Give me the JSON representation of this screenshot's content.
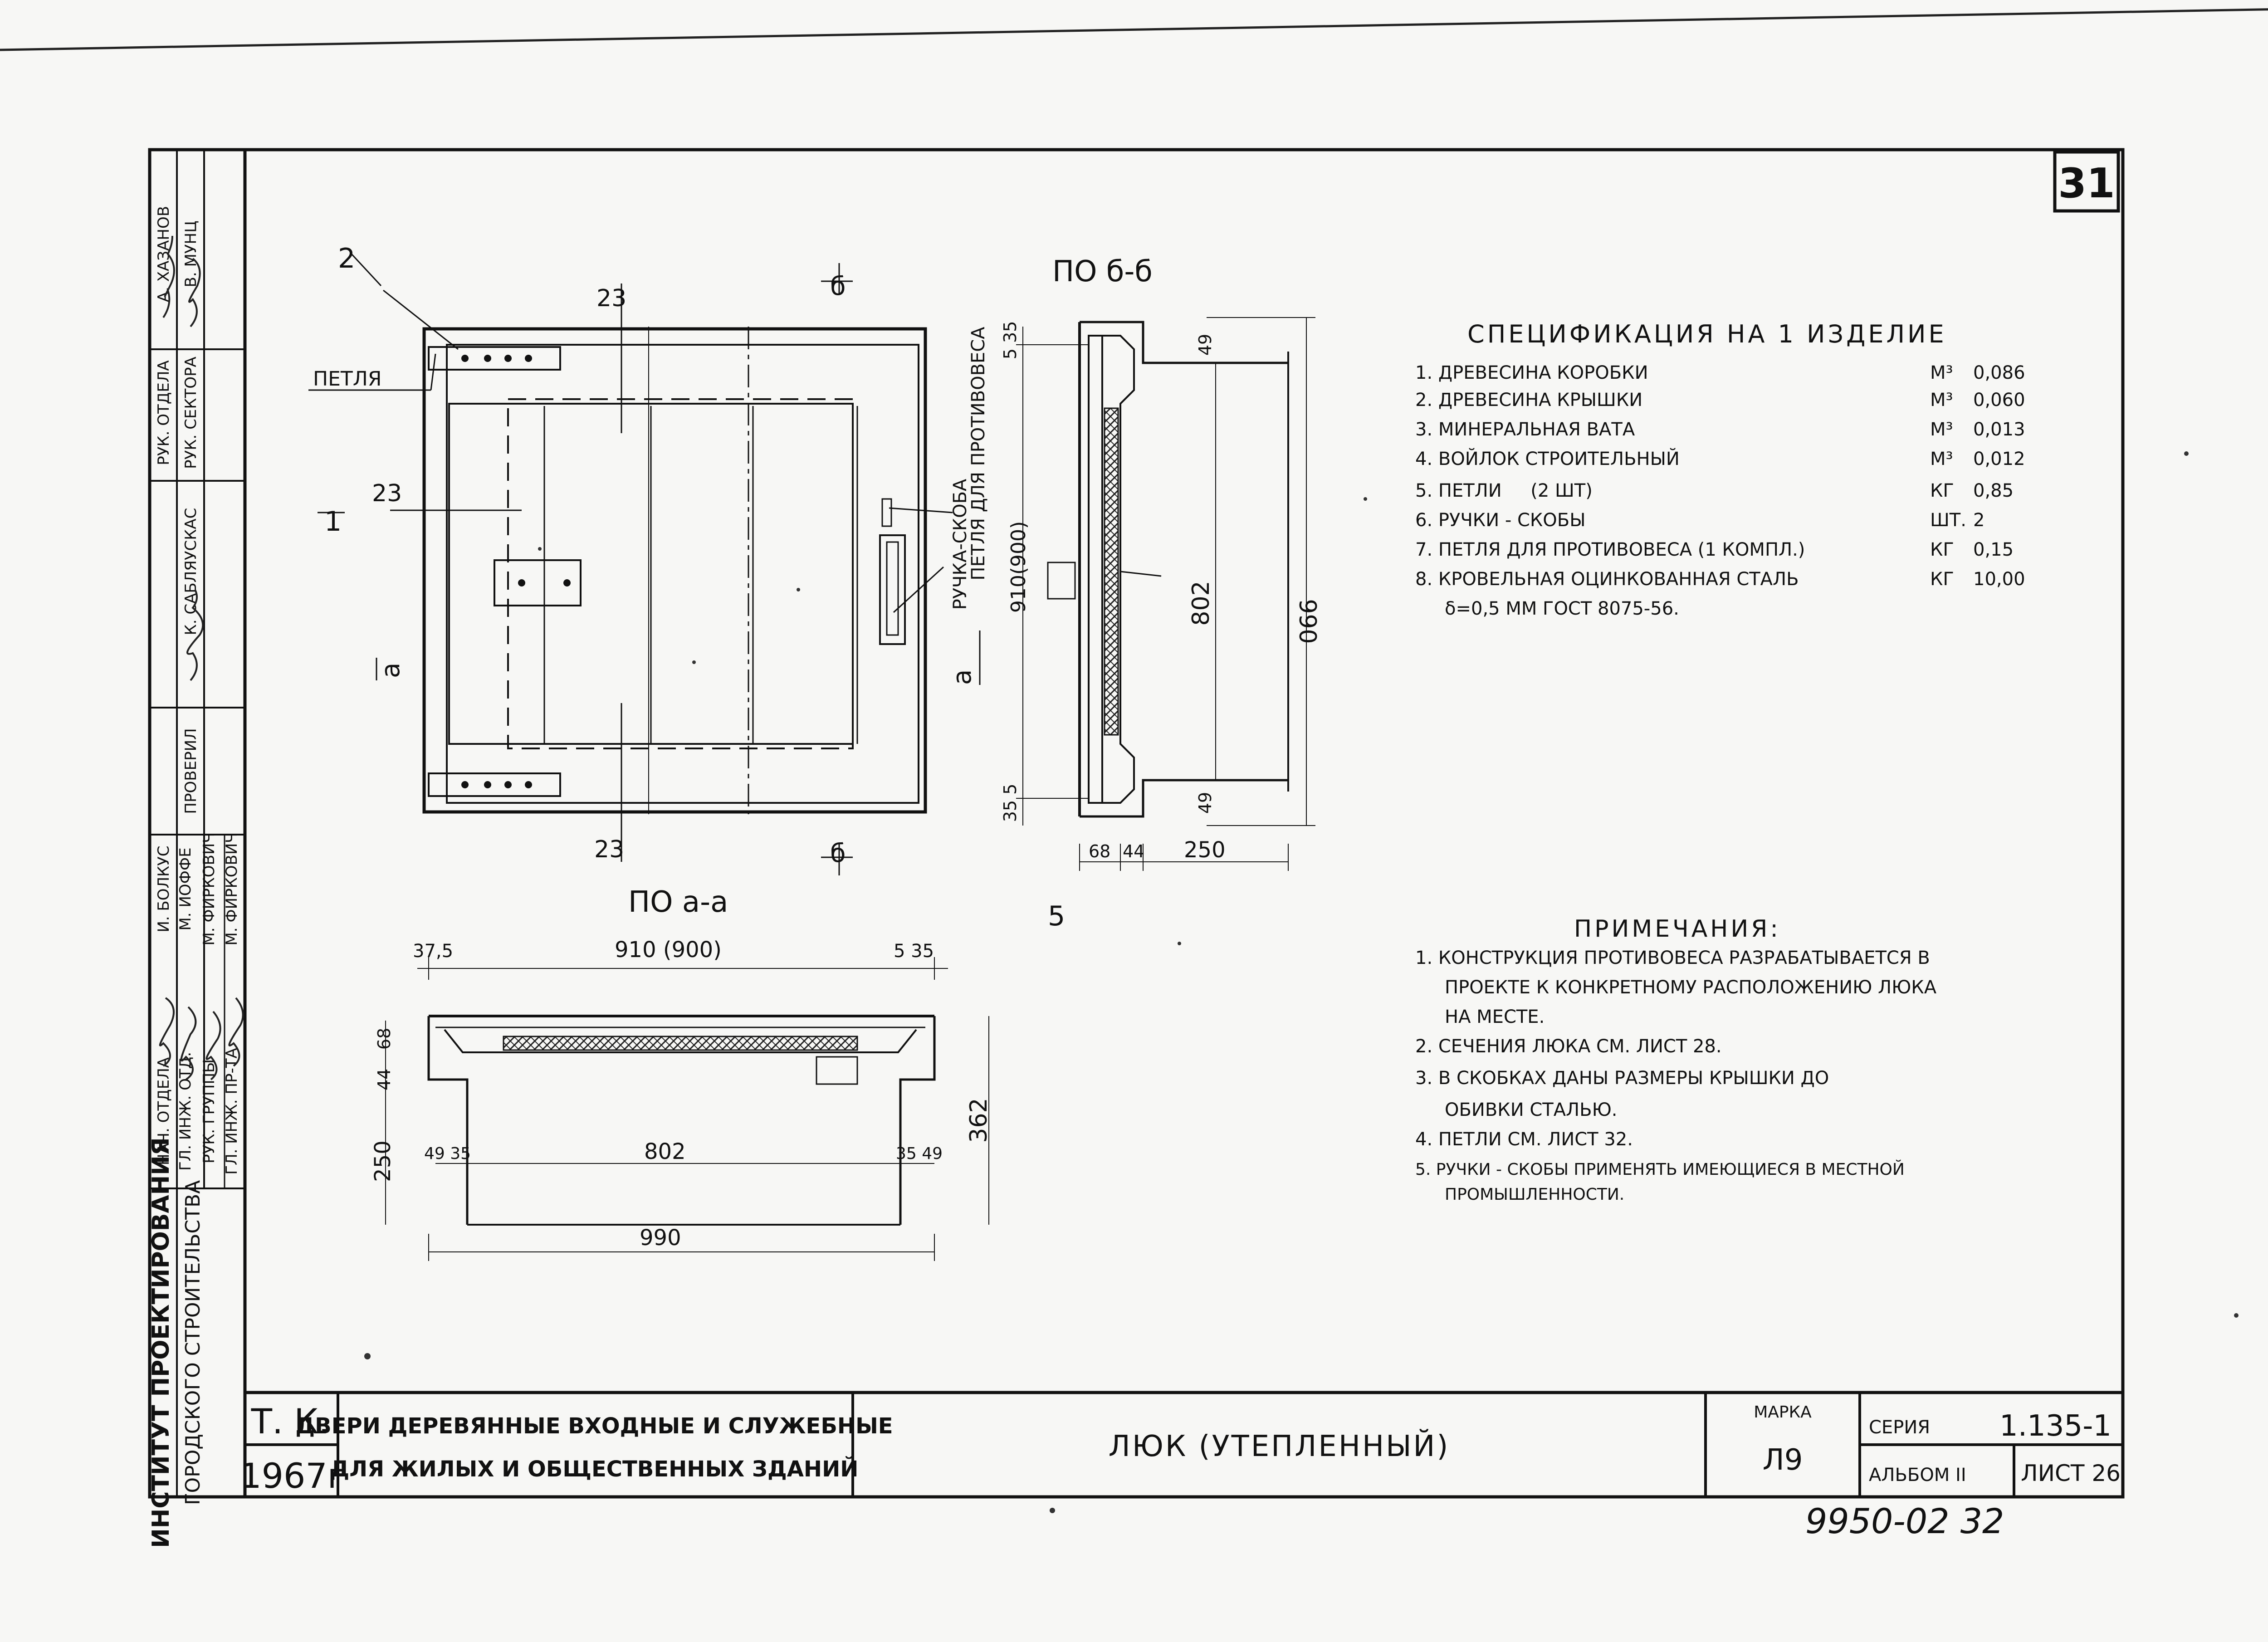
{
  "sheet_number": "31",
  "side_stamp": {
    "rows": [
      {
        "role": "РУК. ОТДЕЛА",
        "name": "А. ХАЗАНОВ"
      },
      {
        "role": "РУК. СЕКТОРА",
        "name": "В. МУНЦ"
      },
      {
        "role": "ПРОВЕРИЛ",
        "name": "К. САБЛЯУСКАС"
      },
      {
        "role": "ГЛ. ИНЖ. ПР-ТА",
        "name": "М. ФИРКОВИЧ"
      },
      {
        "role": "РУК. ГРУППЫ",
        "name": "М. ФИРКОВИЧ"
      },
      {
        "role": "ГЛ. ИНЖ. ОТД.",
        "name": "М. ИОФФЕ"
      },
      {
        "role": "НАЧ. ОТДЕЛА",
        "name": "И. БОЛКУС"
      }
    ],
    "institute_line1": "ИНСТИТУТ ПРОЕКТИРОВАНИЯ",
    "institute_line2": "ГОРОДСКОГО СТРОИТЕЛЬСТВА"
  },
  "plan_view": {
    "label_loop": "ПЕТЛЯ",
    "dim_top": "23",
    "dim_left": "23",
    "dim_bottom": "23",
    "section_b": "б",
    "section_a": "а",
    "label_counterweight": "ПЕТЛЯ ДЛЯ ПРОТИВОВЕСА",
    "label_handle": "РУЧКА-СКОБА",
    "dim_vertical": "910(900)",
    "leader_1": "1",
    "leader_2": "2"
  },
  "section_bb": {
    "title": "ПО б-б",
    "dim_top_small": "5 35",
    "dim_top_49": "49",
    "dim_802": "802",
    "dim_990": "990",
    "dim_bot_small": "35 5",
    "dim_bot_49": "49",
    "dim_68": "68",
    "dim_44": "44",
    "dim_250": "250",
    "leader_5": "5"
  },
  "section_aa": {
    "title": "ПО а-а",
    "dim_375": "37,5",
    "dim_910": "910 (900)",
    "dim_535": "5 35",
    "dim_44": "44",
    "dim_68": "68",
    "dim_250": "250",
    "dim_4935": "49 35",
    "dim_802": "802",
    "dim_3549": "35 49",
    "dim_362": "362",
    "dim_990": "990"
  },
  "specification": {
    "title": "СПЕЦИФИКАЦИЯ НА 1 ИЗДЕЛИЕ",
    "items": [
      {
        "text": "1. ДРЕВЕСИНА КОРОБКИ",
        "unit": "М³",
        "value": "0,086"
      },
      {
        "text": "2. ДРЕВЕСИНА КРЫШКИ",
        "unit": "М³",
        "value": "0,060"
      },
      {
        "text": "3. МИНЕРАЛЬНАЯ ВАТА",
        "unit": "М³",
        "value": "0,013"
      },
      {
        "text": "4. ВОЙЛОК СТРОИТЕЛЬНЫЙ",
        "unit": "М³",
        "value": "0,012"
      },
      {
        "text": "5. ПЕТЛИ     (2 ШТ)",
        "unit": "КГ",
        "value": "0,85"
      },
      {
        "text": "6. РУЧКИ - СКОБЫ",
        "unit": "ШТ.",
        "value": "2"
      },
      {
        "text": "7. ПЕТЛЯ ДЛЯ ПРОТИВОВЕСА (1 КОМПЛ.)",
        "unit": "КГ",
        "value": "0,15"
      },
      {
        "text": "8. КРОВЕЛЬНАЯ ОЦИНКОВАННАЯ СТАЛЬ",
        "unit": "КГ",
        "value": "10,00"
      }
    ],
    "item8_line2": "δ=0,5 ММ ГОСТ 8075-56."
  },
  "notes": {
    "title": "ПРИМЕЧАНИЯ:",
    "lines": [
      "1. КОНСТРУКЦИЯ ПРОТИВОВЕСА РАЗРАБАТЫВАЕТСЯ В",
      "ПРОЕКТЕ К КОНКРЕТНОМУ РАСПОЛОЖЕНИЮ ЛЮКА",
      "НА МЕСТЕ.",
      "2. СЕЧЕНИЯ ЛЮКА СМ. ЛИСТ 28.",
      "3. В СКОБКАХ ДАНЫ РАЗМЕРЫ КРЫШКИ ДО",
      "ОБИВКИ СТАЛЬЮ.",
      "4. ПЕТЛИ СМ. ЛИСТ 32.",
      "5. РУЧКИ - СКОБЫ ПРИМЕНЯТЬ ИМЕЮЩИЕСЯ В МЕСТНОЙ",
      "ПРОМЫШЛЕННОСТИ."
    ]
  },
  "title_block": {
    "org": "Т. К.",
    "year": "1967г",
    "project_line1": "ДВЕРИ ДЕРЕВЯННЫЕ ВХОДНЫЕ И СЛУЖЕБНЫЕ",
    "project_line2": "ДЛЯ ЖИЛЫХ И ОБЩЕСТВЕННЫХ ЗДАНИЙ",
    "drawing_title": "ЛЮК (УТЕПЛЕННЫЙ)",
    "mark_label": "МАРКА",
    "mark_value": "Л9",
    "series_label": "СЕРИЯ",
    "series_value": "1.135-1",
    "album_label": "АЛЬБОМ II",
    "sheet_label": "ЛИСТ 26"
  },
  "archive_number": "9950-02 32"
}
